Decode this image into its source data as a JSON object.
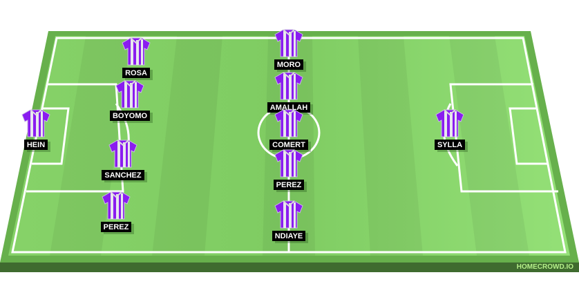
{
  "brand": "HOMECROWD.IO",
  "colors": {
    "pitch_light": "#92de73",
    "pitch_dark": "#6fbf55",
    "border": "#67b04c",
    "base": "#3f6b2f",
    "shirt": "#8a1cf0"
  },
  "players": [
    {
      "name": "ROSA"
    },
    {
      "name": "BOYOMO"
    },
    {
      "name": "HEIN"
    },
    {
      "name": "SANCHEZ"
    },
    {
      "name": "PEREZ"
    },
    {
      "name": "MORO"
    },
    {
      "name": "AMALLAH"
    },
    {
      "name": "COMERT"
    },
    {
      "name": "PEREZ"
    },
    {
      "name": "NDIAYE"
    },
    {
      "name": "SYLLA"
    }
  ]
}
